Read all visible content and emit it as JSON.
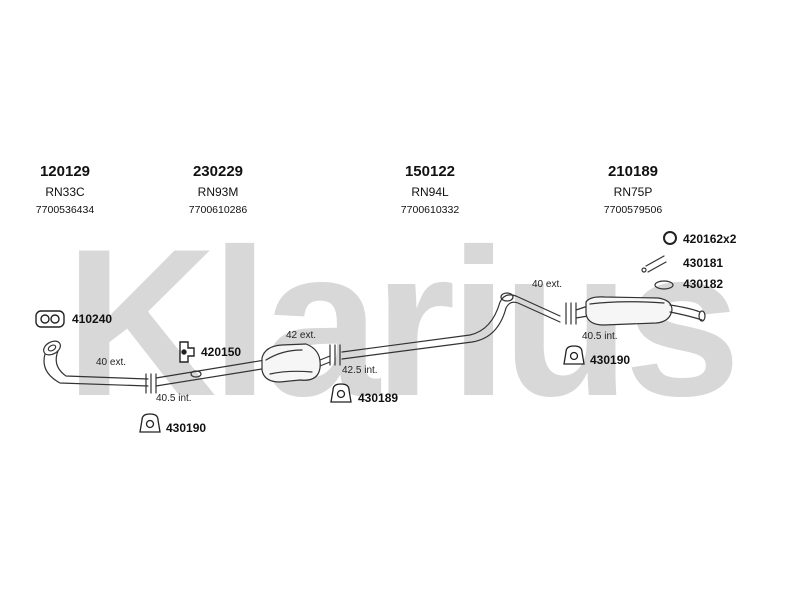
{
  "watermark": {
    "text": "Klarius",
    "color": "#d8d8d8"
  },
  "assemblies": [
    {
      "number": "120129",
      "code": "RN33C",
      "oem": "7700536434"
    },
    {
      "number": "230229",
      "code": "RN93M",
      "oem": "7700610286"
    },
    {
      "number": "150122",
      "code": "RN94L",
      "oem": "7700610332"
    },
    {
      "number": "210189",
      "code": "RN75P",
      "oem": "7700579506"
    }
  ],
  "fittings": {
    "gasket": "410240",
    "bracket": "420150",
    "ring": "420162x2",
    "clamp_a": "430181",
    "clamp_b": "430182",
    "hanger_1": "430190",
    "hanger_2": "430189",
    "hanger_3": "430190"
  },
  "labels": {
    "ext_40_left": "40 ext.",
    "int_405_left": "40.5 int.",
    "ext_42": "42 ext.",
    "int_425": "42.5 int.",
    "ext_40_right": "40 ext.",
    "int_405_right": "40.5 int."
  }
}
